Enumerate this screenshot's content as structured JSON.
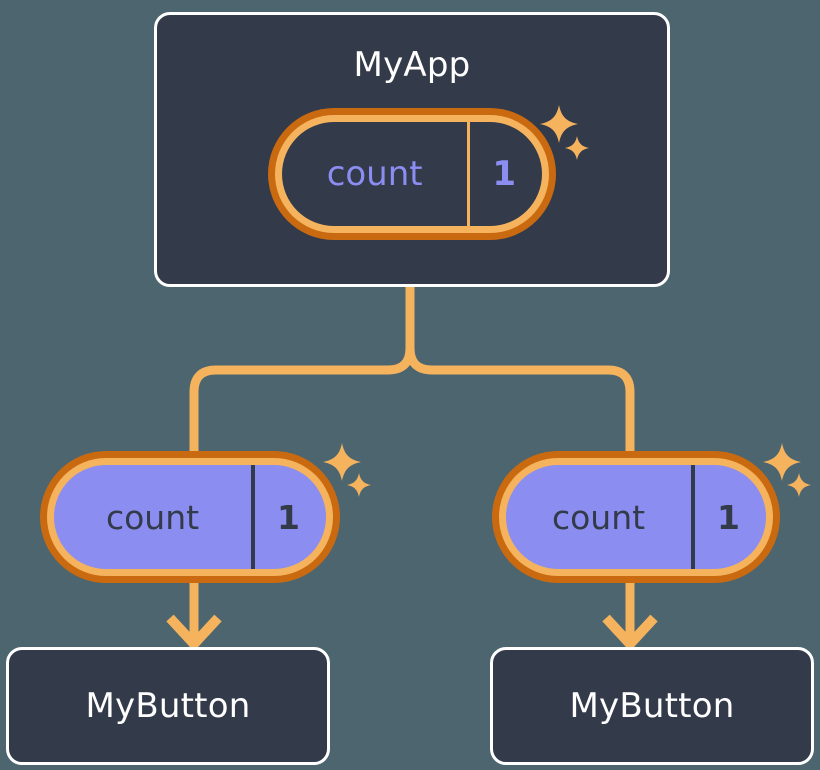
{
  "palette": {
    "background": "#4c656f",
    "card_fill": "#333a4a",
    "card_border": "#ffffff",
    "ring_outer": "#c96a10",
    "ring_inner": "#f5b35e",
    "wire": "#f5b35e",
    "accent_purple": "#8b8ef0",
    "text_light": "#ffffff",
    "text_dark": "#333a4a"
  },
  "diagram": {
    "root": {
      "title": "MyApp",
      "state": {
        "key": "count",
        "value": "1"
      }
    },
    "branches": [
      {
        "state": {
          "key": "count",
          "value": "1"
        },
        "child_title": "MyButton"
      },
      {
        "state": {
          "key": "count",
          "value": "1"
        },
        "child_title": "MyButton"
      }
    ]
  }
}
